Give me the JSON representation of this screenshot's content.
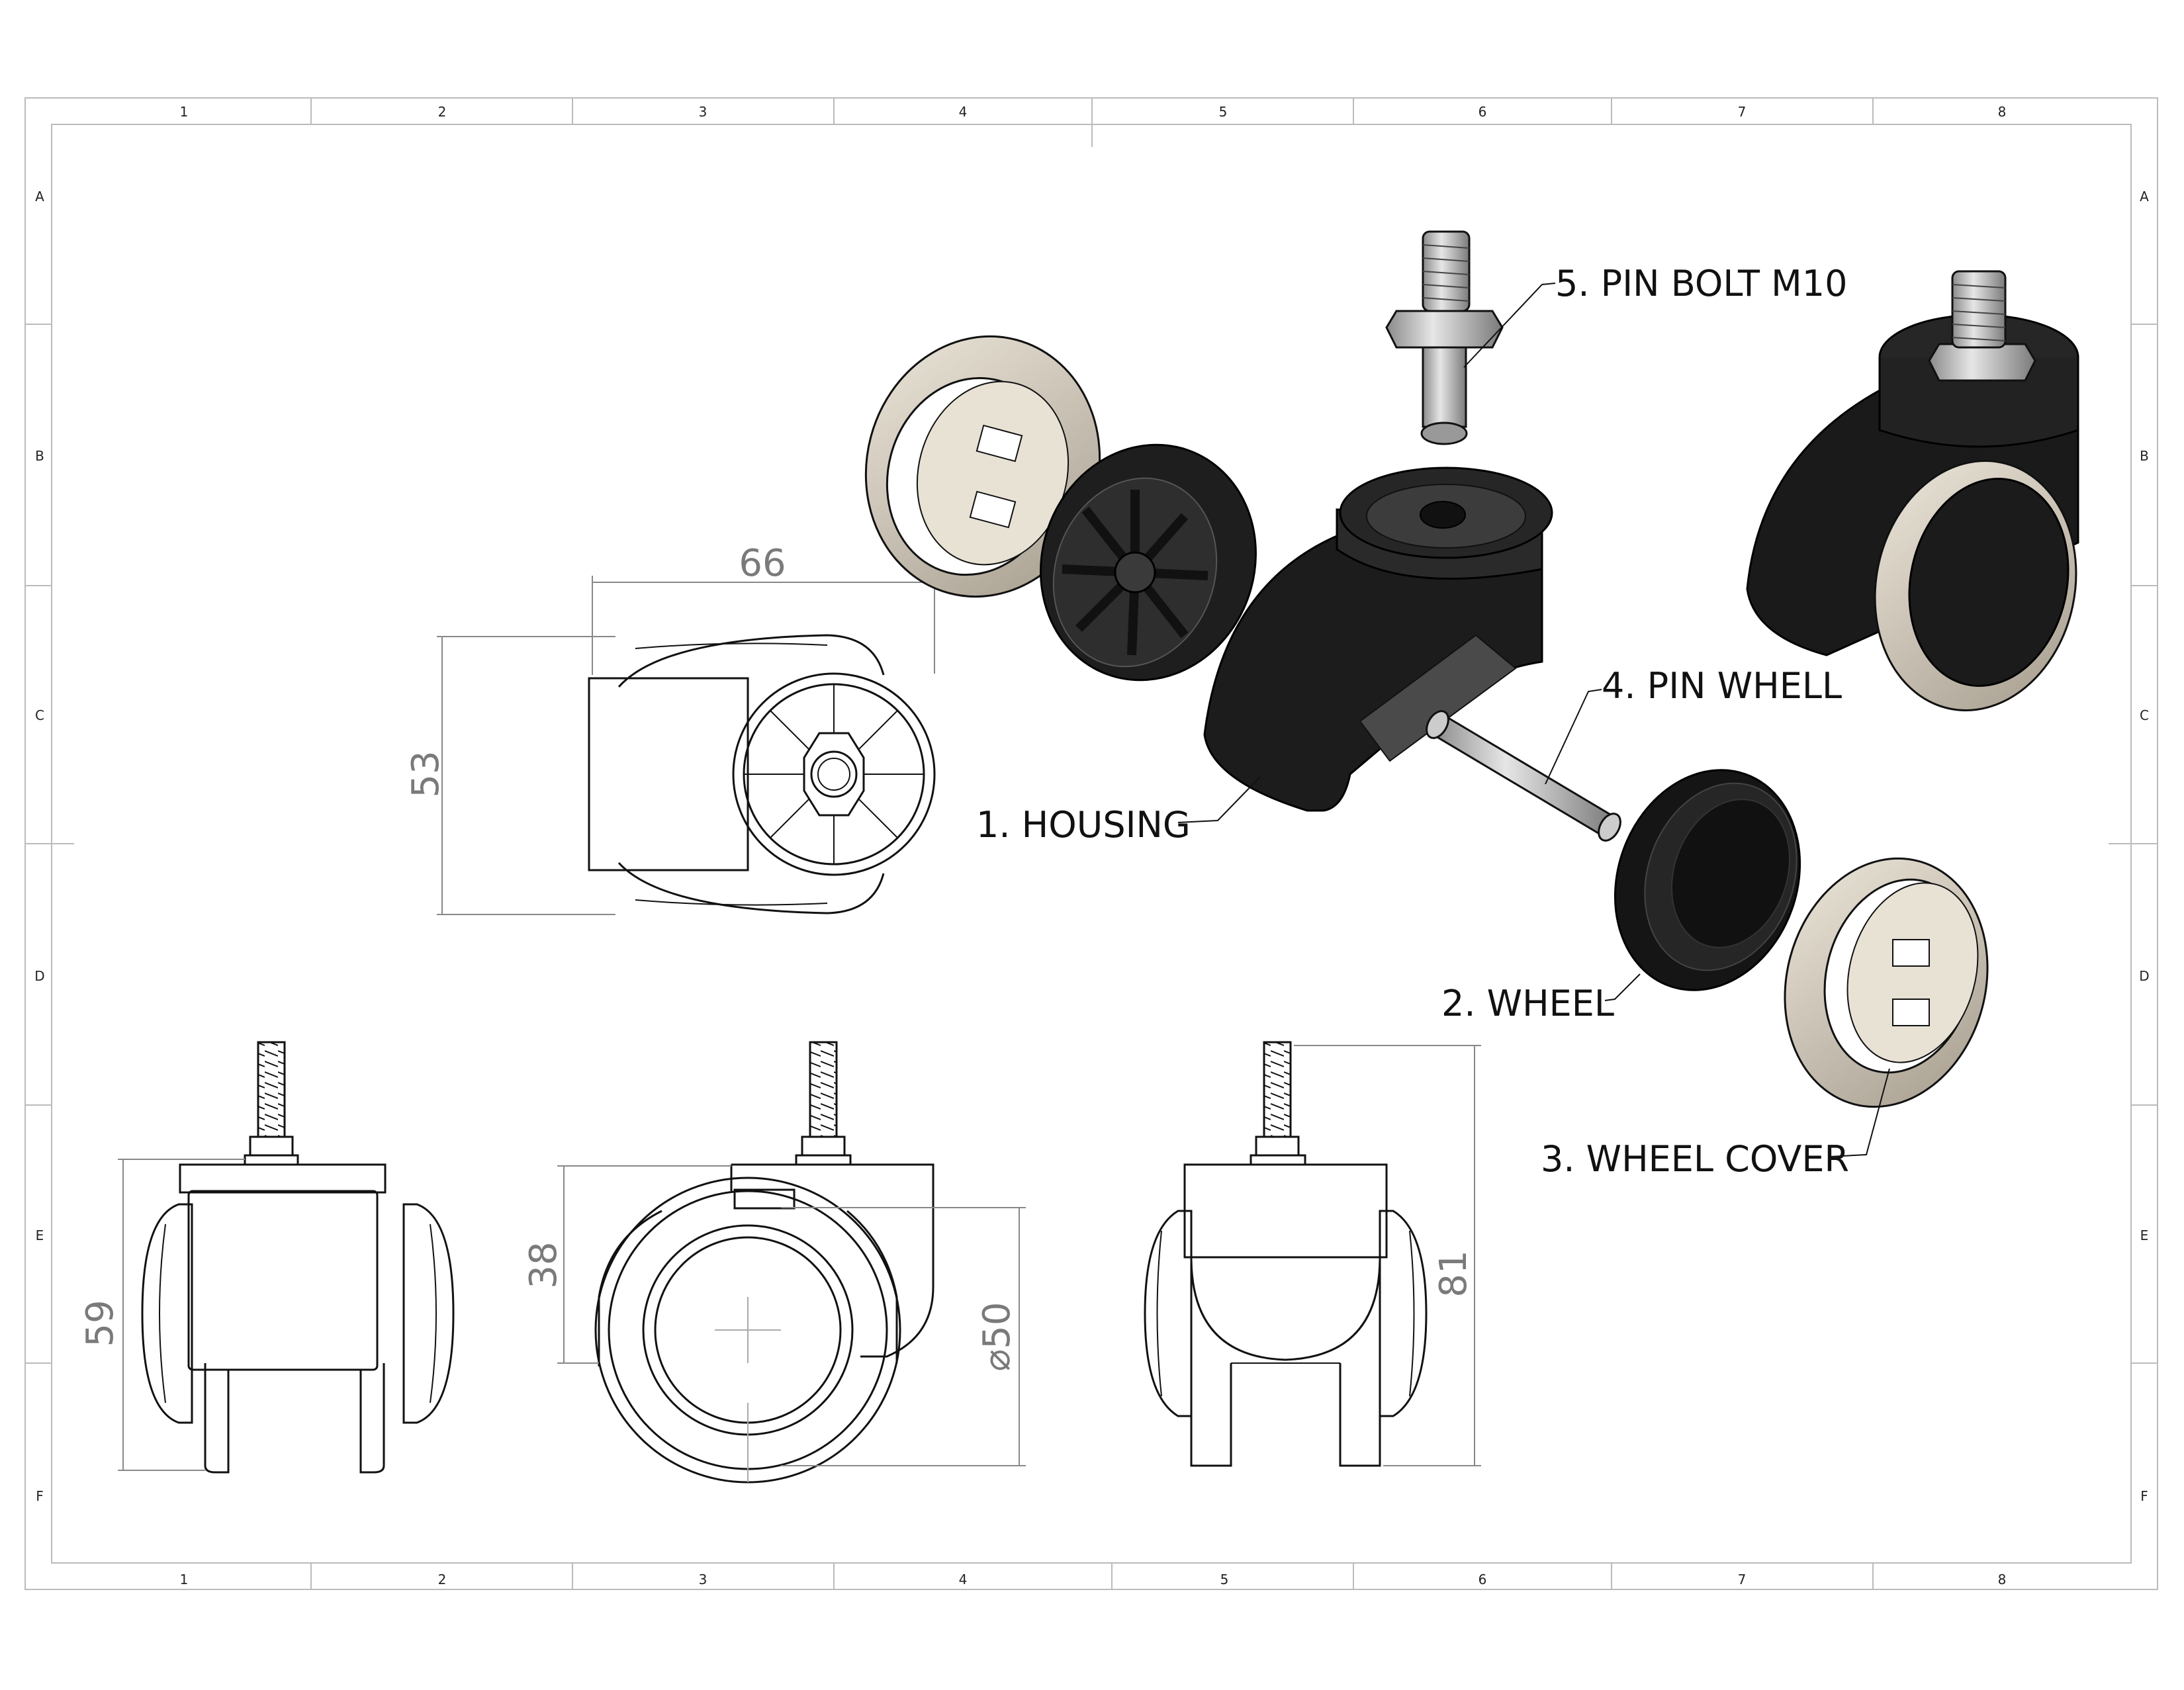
{
  "sheet": {
    "zone_columns": [
      "1",
      "2",
      "3",
      "4",
      "5",
      "6",
      "7",
      "8"
    ],
    "zone_rows": [
      "A",
      "B",
      "C",
      "D",
      "E",
      "F"
    ]
  },
  "callouts": {
    "housing": "1. HOUSING",
    "wheel": "2. WHEEL",
    "wheel_cover": "3. WHEEL COVER",
    "pin_whell": "4. PIN WHELL",
    "pin_bolt": "5. PIN BOLT M10"
  },
  "dimensions": {
    "top_width": "66",
    "top_height": "53",
    "front_height": "59",
    "side_height": "38",
    "side_diameter": "⌀50",
    "rear_height": "81"
  },
  "colors": {
    "body": "#1b1b1b",
    "cover": "#d6cdbd",
    "metal": "#c9c9c9"
  }
}
